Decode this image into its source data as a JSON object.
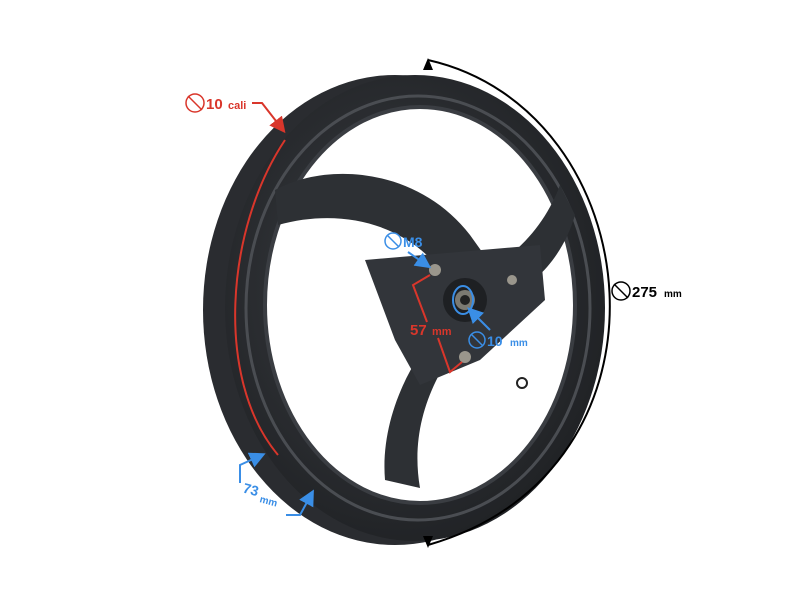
{
  "annotations": {
    "rim_diameter": {
      "value": "10",
      "unit": "cali",
      "color": "#d9362b"
    },
    "outer_diameter": {
      "value": "275",
      "unit": "mm",
      "color": "#000000"
    },
    "rim_width": {
      "value": "73",
      "unit": "mm",
      "color": "#3a8ee6"
    },
    "bolt_size": {
      "value": "M8",
      "color": "#3a8ee6"
    },
    "bolt_spacing": {
      "value": "57",
      "unit": "mm",
      "color": "#d9362b"
    },
    "axle_diameter": {
      "value": "10",
      "unit": "mm",
      "color": "#3a8ee6"
    }
  },
  "icons": {
    "diameter": "diameter-symbol-icon"
  }
}
